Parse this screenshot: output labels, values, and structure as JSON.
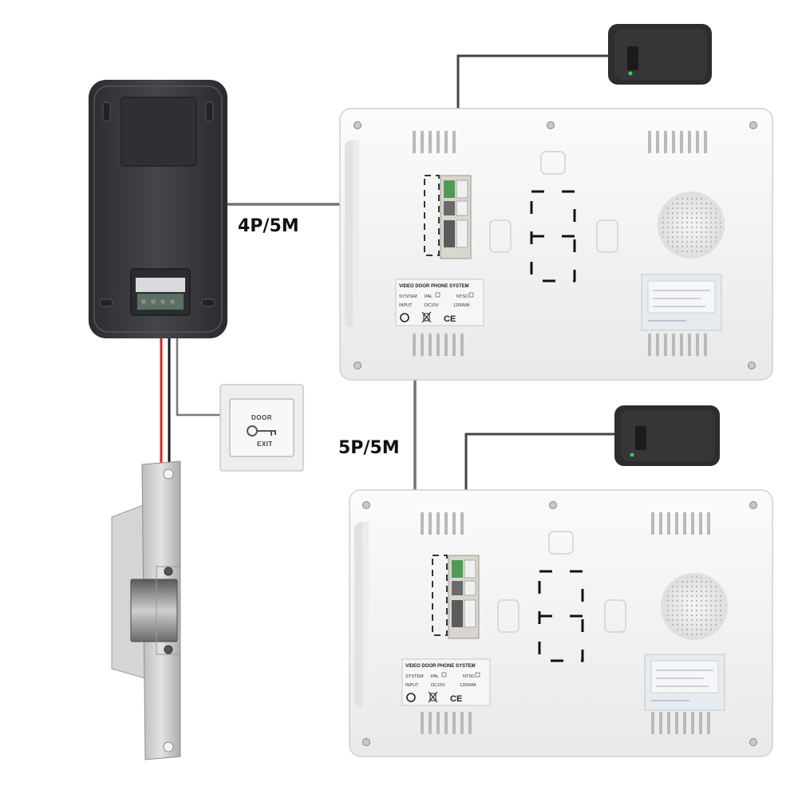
{
  "cables": {
    "camera_to_monitor": "4P/5M",
    "monitor_to_monitor": "5P/5M"
  },
  "exit_button": {
    "line1": "DOOR",
    "line2": "EXIT"
  },
  "monitor_label": {
    "title": "VIDEO DOOR PHONE SYSTEM",
    "system": "SYSTEM",
    "pal": "PAL",
    "ntsc": "NTSC",
    "input": "INPUT",
    "voltage": "DC15V",
    "current": "1200MA",
    "ce": "CE"
  },
  "colors": {
    "camera_body": "#3b3c40",
    "monitor_body": "#f3f3f3",
    "adapter": "#2d2d2f",
    "wire_gray": "#555555",
    "wire_red": "#d8261c",
    "wire_black": "#1a1a1a",
    "lock_metal": "#c9cbcc",
    "led_green": "#2fd05a"
  }
}
